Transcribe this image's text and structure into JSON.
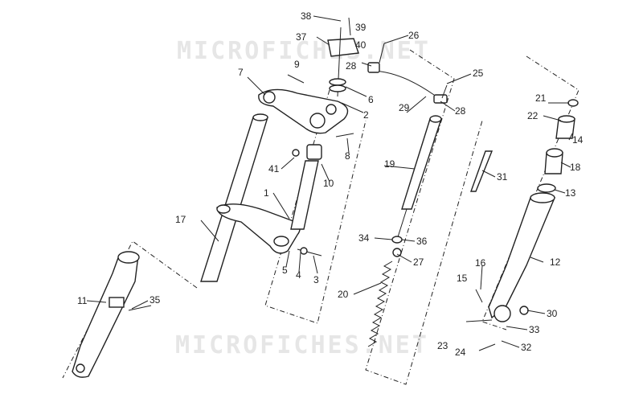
{
  "watermark": {
    "top": "MICROFICHES.NET",
    "bottom": "MICROFICHES.NET"
  },
  "labels": {
    "l1": "1",
    "l2": "2",
    "l3": "3",
    "l4": "4",
    "l5": "5",
    "l6": "6",
    "l7": "7",
    "l8": "8",
    "l9": "9",
    "l10": "10",
    "l11": "11",
    "l12": "12",
    "l13": "13",
    "l14": "14",
    "l15": "15",
    "l16": "16",
    "l17": "17",
    "l18": "18",
    "l19": "19",
    "l20": "20",
    "l21": "21",
    "l22": "22",
    "l23": "23",
    "l24": "24",
    "l25": "25",
    "l26": "26",
    "l27": "27",
    "l28a": "28",
    "l28b": "28",
    "l29": "29",
    "l30": "30",
    "l31": "31",
    "l32": "32",
    "l33": "33",
    "l34": "34",
    "l35": "35",
    "l36": "36",
    "l37": "37",
    "l38": "38",
    "l39": "39",
    "l40": "40",
    "l41": "41"
  }
}
